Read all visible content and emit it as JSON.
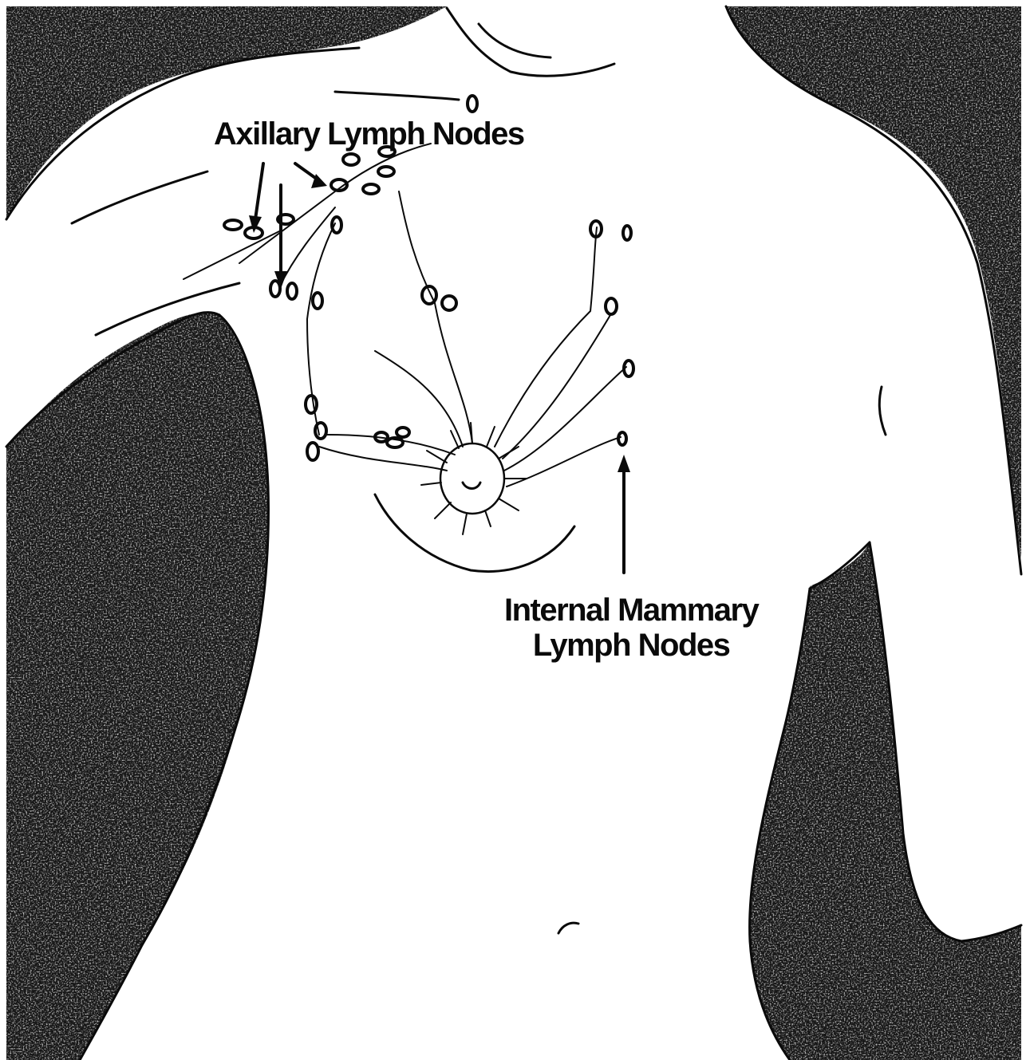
{
  "labels": {
    "axillary": "Axillary Lymph Nodes",
    "internal_line1": "Internal Mammary",
    "internal_line2": "Lymph Nodes"
  },
  "colors": {
    "ink": "#0a0a0a",
    "paper": "#ffffff"
  }
}
